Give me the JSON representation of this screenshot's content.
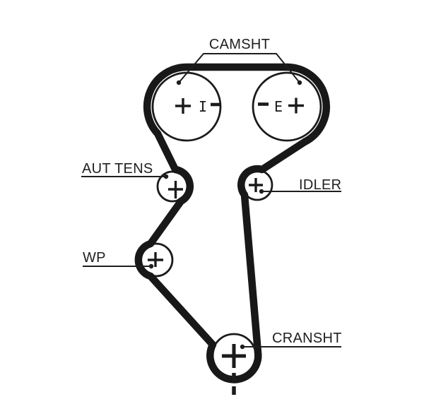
{
  "page": {
    "background_color": "#ffffff"
  },
  "diagram": {
    "kind": "timing-belt-routing-diagram",
    "ink_color": "#1b1b1b",
    "belt_color": "#181818",
    "labels": {
      "camshaft": "CAMSHT",
      "auto_tensioner": "AUT TENS",
      "idler": "IDLER",
      "water_pump": "WP",
      "crankshaft": "CRANSHT"
    },
    "cam_marks": {
      "intake_letter": "I",
      "exhaust_letter": "E",
      "plus_symbol": "+",
      "minus_symbol": "−"
    }
  }
}
